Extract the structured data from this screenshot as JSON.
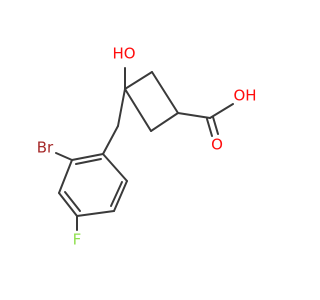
{
  "molecule": {
    "atoms": {
      "hydroxyl": {
        "text": "HO",
        "color": "#ff0d0d"
      },
      "acid_hydroxyl": {
        "text": "OH",
        "color": "#ff0d0d"
      },
      "carbonyl_oxygen": {
        "text": "O",
        "color": "#ff0d0d"
      },
      "bromine": {
        "text": "Br",
        "color": "#a62929"
      },
      "fluorine": {
        "text": "F",
        "color": "#90e050"
      }
    },
    "bond_color": "#3a3a3a"
  }
}
